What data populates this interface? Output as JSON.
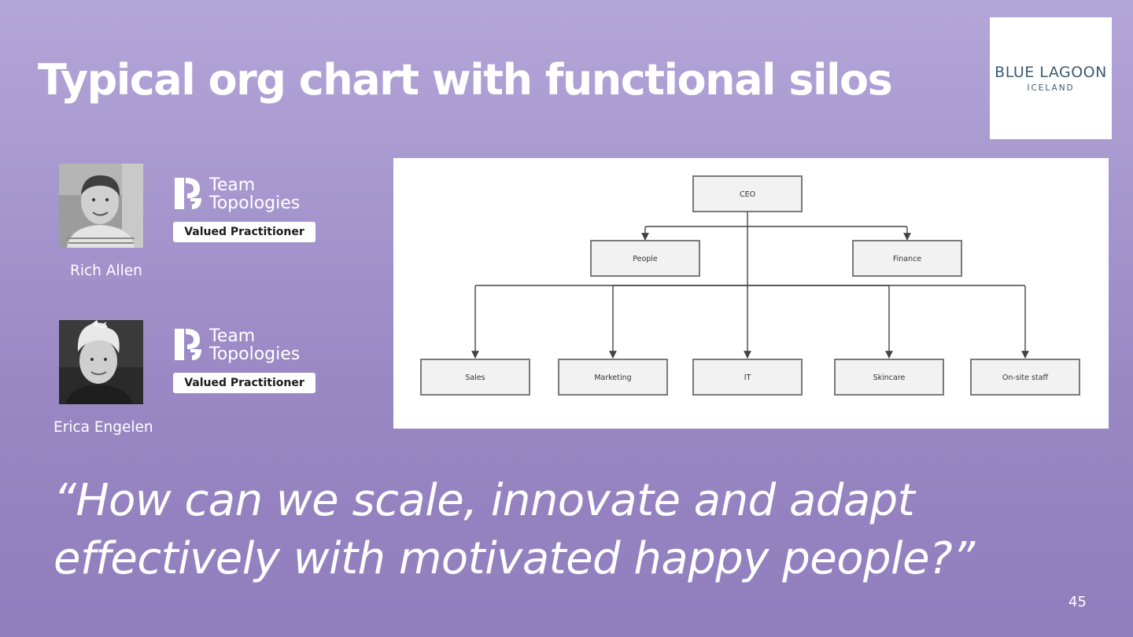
{
  "slide": {
    "title": "Typical org chart with functional silos",
    "quote_line1": "“How can we scale, innovate and adapt",
    "quote_line2": "effectively with motivated happy people?”",
    "page_number": "45"
  },
  "logo": {
    "main": "BLUE LAGOON",
    "sub": "ICELAND"
  },
  "people": [
    {
      "name": "Rich Allen"
    },
    {
      "name": "Erica Engelen"
    }
  ],
  "badge": {
    "word1": "Team",
    "word2": "Topologies",
    "pill": "Valued Practitioner"
  },
  "org_chart": {
    "root": "CEO",
    "staff": [
      "People",
      "Finance"
    ],
    "departments": [
      "Sales",
      "Marketing",
      "IT",
      "Skincare",
      "On-site staff"
    ]
  }
}
